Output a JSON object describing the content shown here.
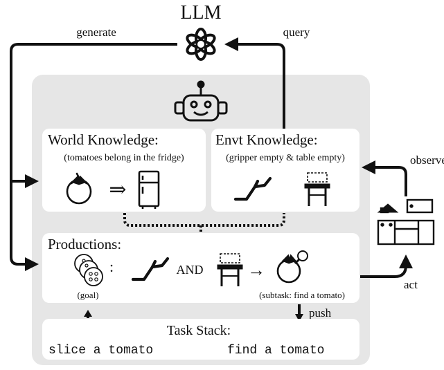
{
  "llm_label": "LLM",
  "arrows": {
    "generate": "generate",
    "query": "query",
    "observe": "observe",
    "act": "act",
    "push": "push"
  },
  "world_knowledge": {
    "title": "World Knowledge:",
    "subtitle": "(tomatoes belong in the fridge)"
  },
  "envt_knowledge": {
    "title": "Envt Knowledge:",
    "subtitle": "(gripper empty & table empty)"
  },
  "productions": {
    "title": "Productions:",
    "colon": ":",
    "and_label": "AND",
    "goal_caption": "(goal)",
    "subtask_caption": "(subtask: find a tomato)"
  },
  "task_stack": {
    "title": "Task Stack:",
    "item_1": "slice a tomato",
    "item_2": "find a tomato"
  },
  "symbols": {
    "implies": "⇒",
    "rightarrow": "→"
  },
  "colors": {
    "panel_gray": "#e6e6e6",
    "box_white": "#ffffff",
    "ink": "#111111",
    "tomato_red": "#c0392b"
  },
  "icons": [
    "openai-logo-icon",
    "robot-icon",
    "tomato-icon",
    "fridge-icon",
    "gripper-icon",
    "table-icon",
    "sliced-tomato-icon",
    "tomato-search-icon",
    "kitchen-icon"
  ]
}
